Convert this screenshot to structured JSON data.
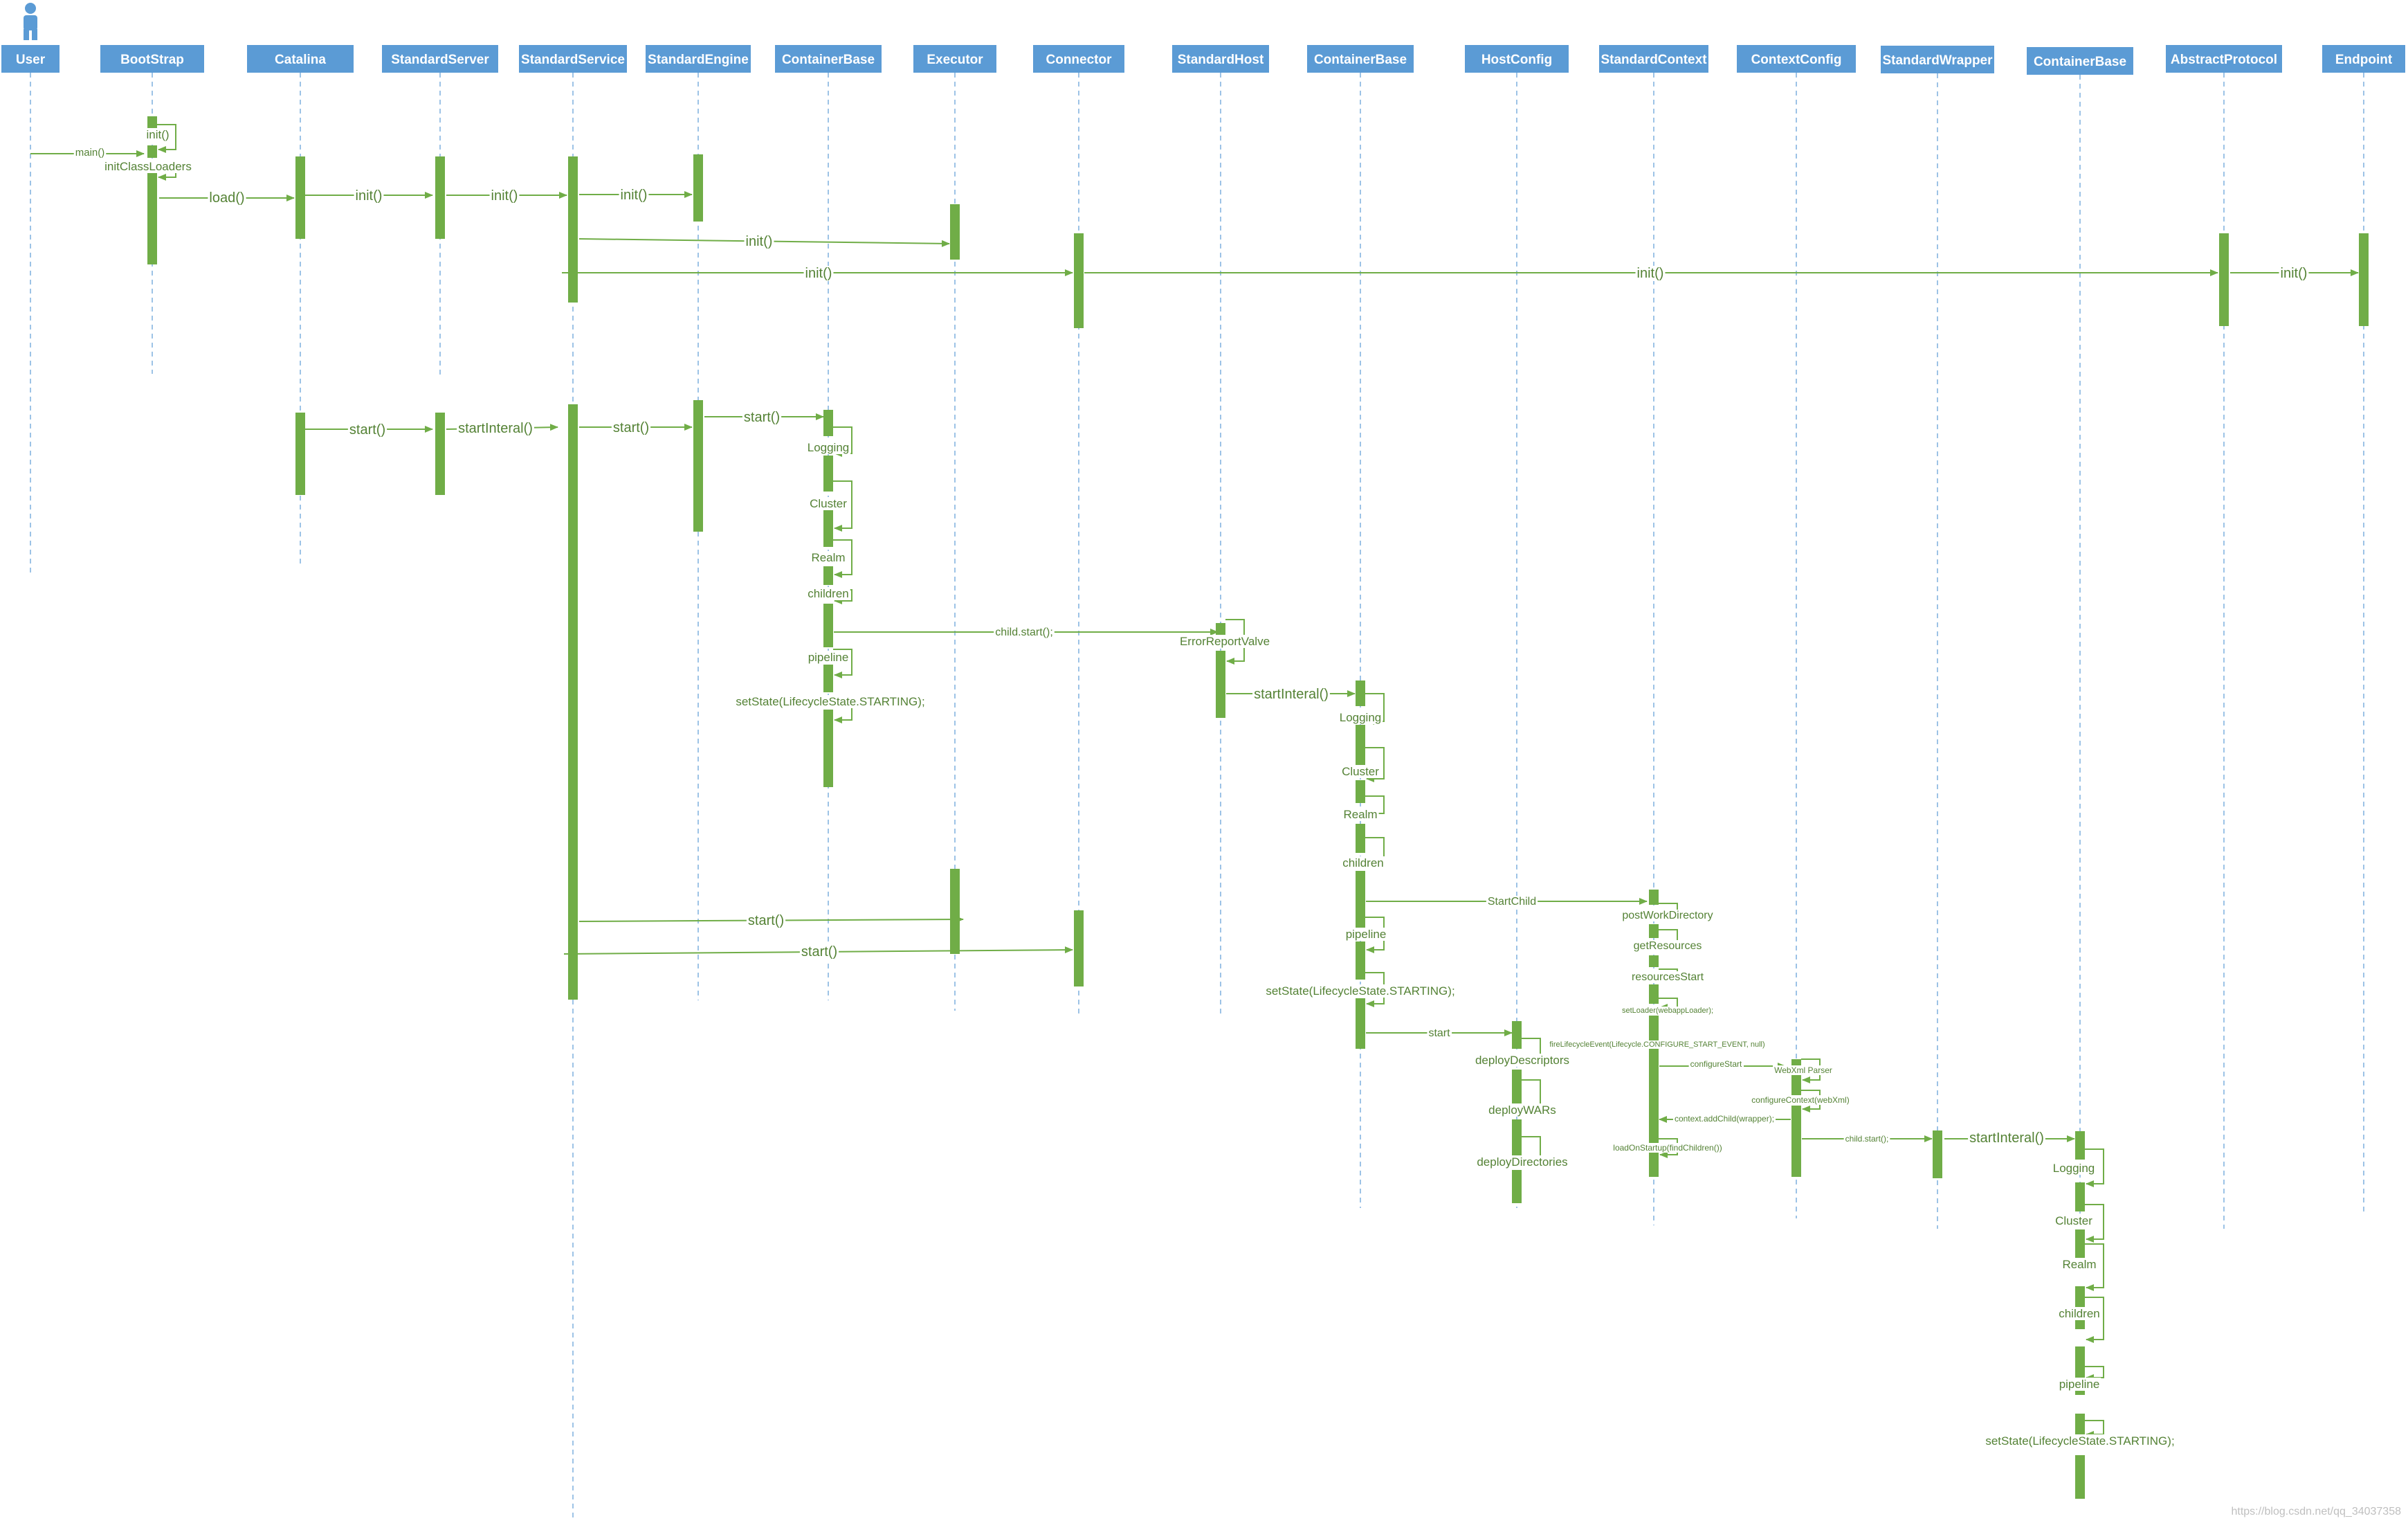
{
  "colors": {
    "header": "#5b9bd5",
    "lifeline": "#9dc3e6",
    "activation": "#70ad47",
    "message": "#70ad47",
    "label": "#548235"
  },
  "actor_icon": "user-icon",
  "participants": [
    {
      "id": "user",
      "label": "User"
    },
    {
      "id": "bootstrap",
      "label": "BootStrap"
    },
    {
      "id": "catalina",
      "label": "Catalina"
    },
    {
      "id": "standard-server",
      "label": "StandardServer"
    },
    {
      "id": "standard-service",
      "label": "StandardService"
    },
    {
      "id": "standard-engine",
      "label": "StandardEngine"
    },
    {
      "id": "container-base-1",
      "label": "ContainerBase"
    },
    {
      "id": "executor",
      "label": "Executor"
    },
    {
      "id": "connector",
      "label": "Connector"
    },
    {
      "id": "standard-host",
      "label": "StandardHost"
    },
    {
      "id": "container-base-2",
      "label": "ContainerBase"
    },
    {
      "id": "host-config",
      "label": "HostConfig"
    },
    {
      "id": "standard-context",
      "label": "StandardContext"
    },
    {
      "id": "context-config",
      "label": "ContextConfig"
    },
    {
      "id": "standard-wrapper",
      "label": "StandardWrapper"
    },
    {
      "id": "container-base-3",
      "label": "ContainerBase"
    },
    {
      "id": "abstract-protocol",
      "label": "AbstractProtocol"
    },
    {
      "id": "endpoint",
      "label": "Endpoint"
    }
  ],
  "messages": [
    {
      "label": "main()"
    },
    {
      "label": "init()"
    },
    {
      "label": "initClassLoaders"
    },
    {
      "label": "load()"
    },
    {
      "label": "init()"
    },
    {
      "label": "init()"
    },
    {
      "label": "init()"
    },
    {
      "label": "init()"
    },
    {
      "label": "init()"
    },
    {
      "label": "init()"
    },
    {
      "label": "init()"
    },
    {
      "label": "start()"
    },
    {
      "label": "startInteral()"
    },
    {
      "label": "start()"
    },
    {
      "label": "start()"
    },
    {
      "label": "Logging"
    },
    {
      "label": "Cluster"
    },
    {
      "label": "Realm"
    },
    {
      "label": "children"
    },
    {
      "label": "child.start();"
    },
    {
      "label": "ErrorReportValve"
    },
    {
      "label": "pipeline"
    },
    {
      "label": "setState(LifecycleState.STARTING);"
    },
    {
      "label": "startInteral()"
    },
    {
      "label": "Logging"
    },
    {
      "label": "Cluster"
    },
    {
      "label": "Realm"
    },
    {
      "label": "children"
    },
    {
      "label": "StartChild"
    },
    {
      "label": "pipeline"
    },
    {
      "label": "setState(LifecycleState.STARTING);"
    },
    {
      "label": "start"
    },
    {
      "label": "deployDescriptors"
    },
    {
      "label": "deployWARs"
    },
    {
      "label": "deployDirectories"
    },
    {
      "label": "postWorkDirectory"
    },
    {
      "label": "getResources"
    },
    {
      "label": "resourcesStart"
    },
    {
      "label": "setLoader(webappLoader);"
    },
    {
      "label": "fireLifecycleEvent(Lifecycle.CONFIGURE_START_EVENT, null)"
    },
    {
      "label": "configureStart"
    },
    {
      "label": "WebXml Parser"
    },
    {
      "label": "configureContext(webXml)"
    },
    {
      "label": "context.addChild(wrapper);"
    },
    {
      "label": "loadOnStartup(findChildren())"
    },
    {
      "label": "child.start();"
    },
    {
      "label": "startInteral()"
    },
    {
      "label": "Logging"
    },
    {
      "label": "Cluster"
    },
    {
      "label": "Realm"
    },
    {
      "label": "children"
    },
    {
      "label": "pipeline"
    },
    {
      "label": "setState(LifecycleState.STARTING);"
    },
    {
      "label": "start()"
    },
    {
      "label": "start()"
    }
  ],
  "watermark": "https://blog.csdn.net/qq_34037358"
}
